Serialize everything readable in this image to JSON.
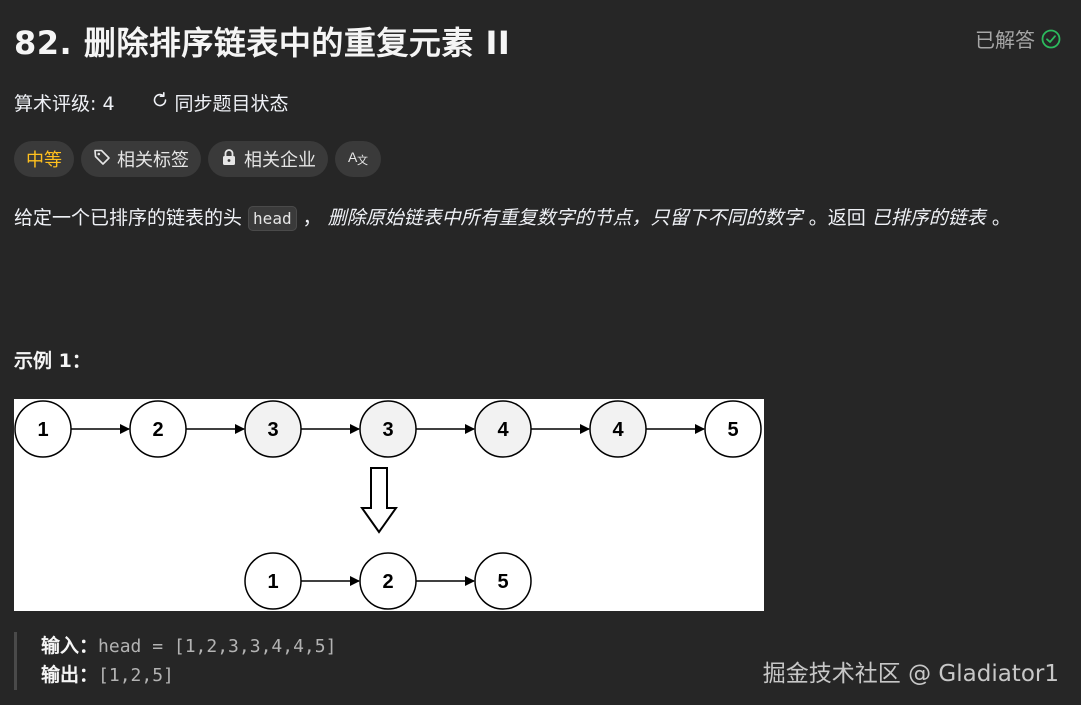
{
  "problem": {
    "title": "82. 删除排序链表中的重复元素 II",
    "status": "已解答",
    "rating": "算术评级: 4",
    "sync_label": "同步题目状态"
  },
  "tags": {
    "difficulty": "中等",
    "related_tags": "相关标签",
    "related_companies": "相关企业",
    "translate": "A文"
  },
  "description": {
    "part1": "给定一个已排序的链表的头 ",
    "code_head": "head",
    "part2": " ， ",
    "emph1": "删除原始链表中所有重复数字的节点，只留下不同的数字",
    "part3": " 。返回 ",
    "emph2": "已排序的链表",
    "part4": " 。"
  },
  "example": {
    "title": "示例 1：",
    "input_label": "输入：",
    "input_value": "head = [1,2,3,3,4,4,5]",
    "output_label": "输出：",
    "output_value": "[1,2,5]",
    "diagram": {
      "top_row": [
        "1",
        "2",
        "3",
        "3",
        "4",
        "4",
        "5"
      ],
      "top_shaded": [
        false,
        false,
        true,
        true,
        true,
        true,
        false
      ],
      "bottom_row": [
        "1",
        "2",
        "5"
      ]
    }
  },
  "colors": {
    "background": "#262626",
    "difficulty": "#ffc01e",
    "solved_check": "#2cbb5d",
    "tag_bg": "#3a3a3a"
  },
  "watermark": "掘金技术社区 @ Gladiator1"
}
